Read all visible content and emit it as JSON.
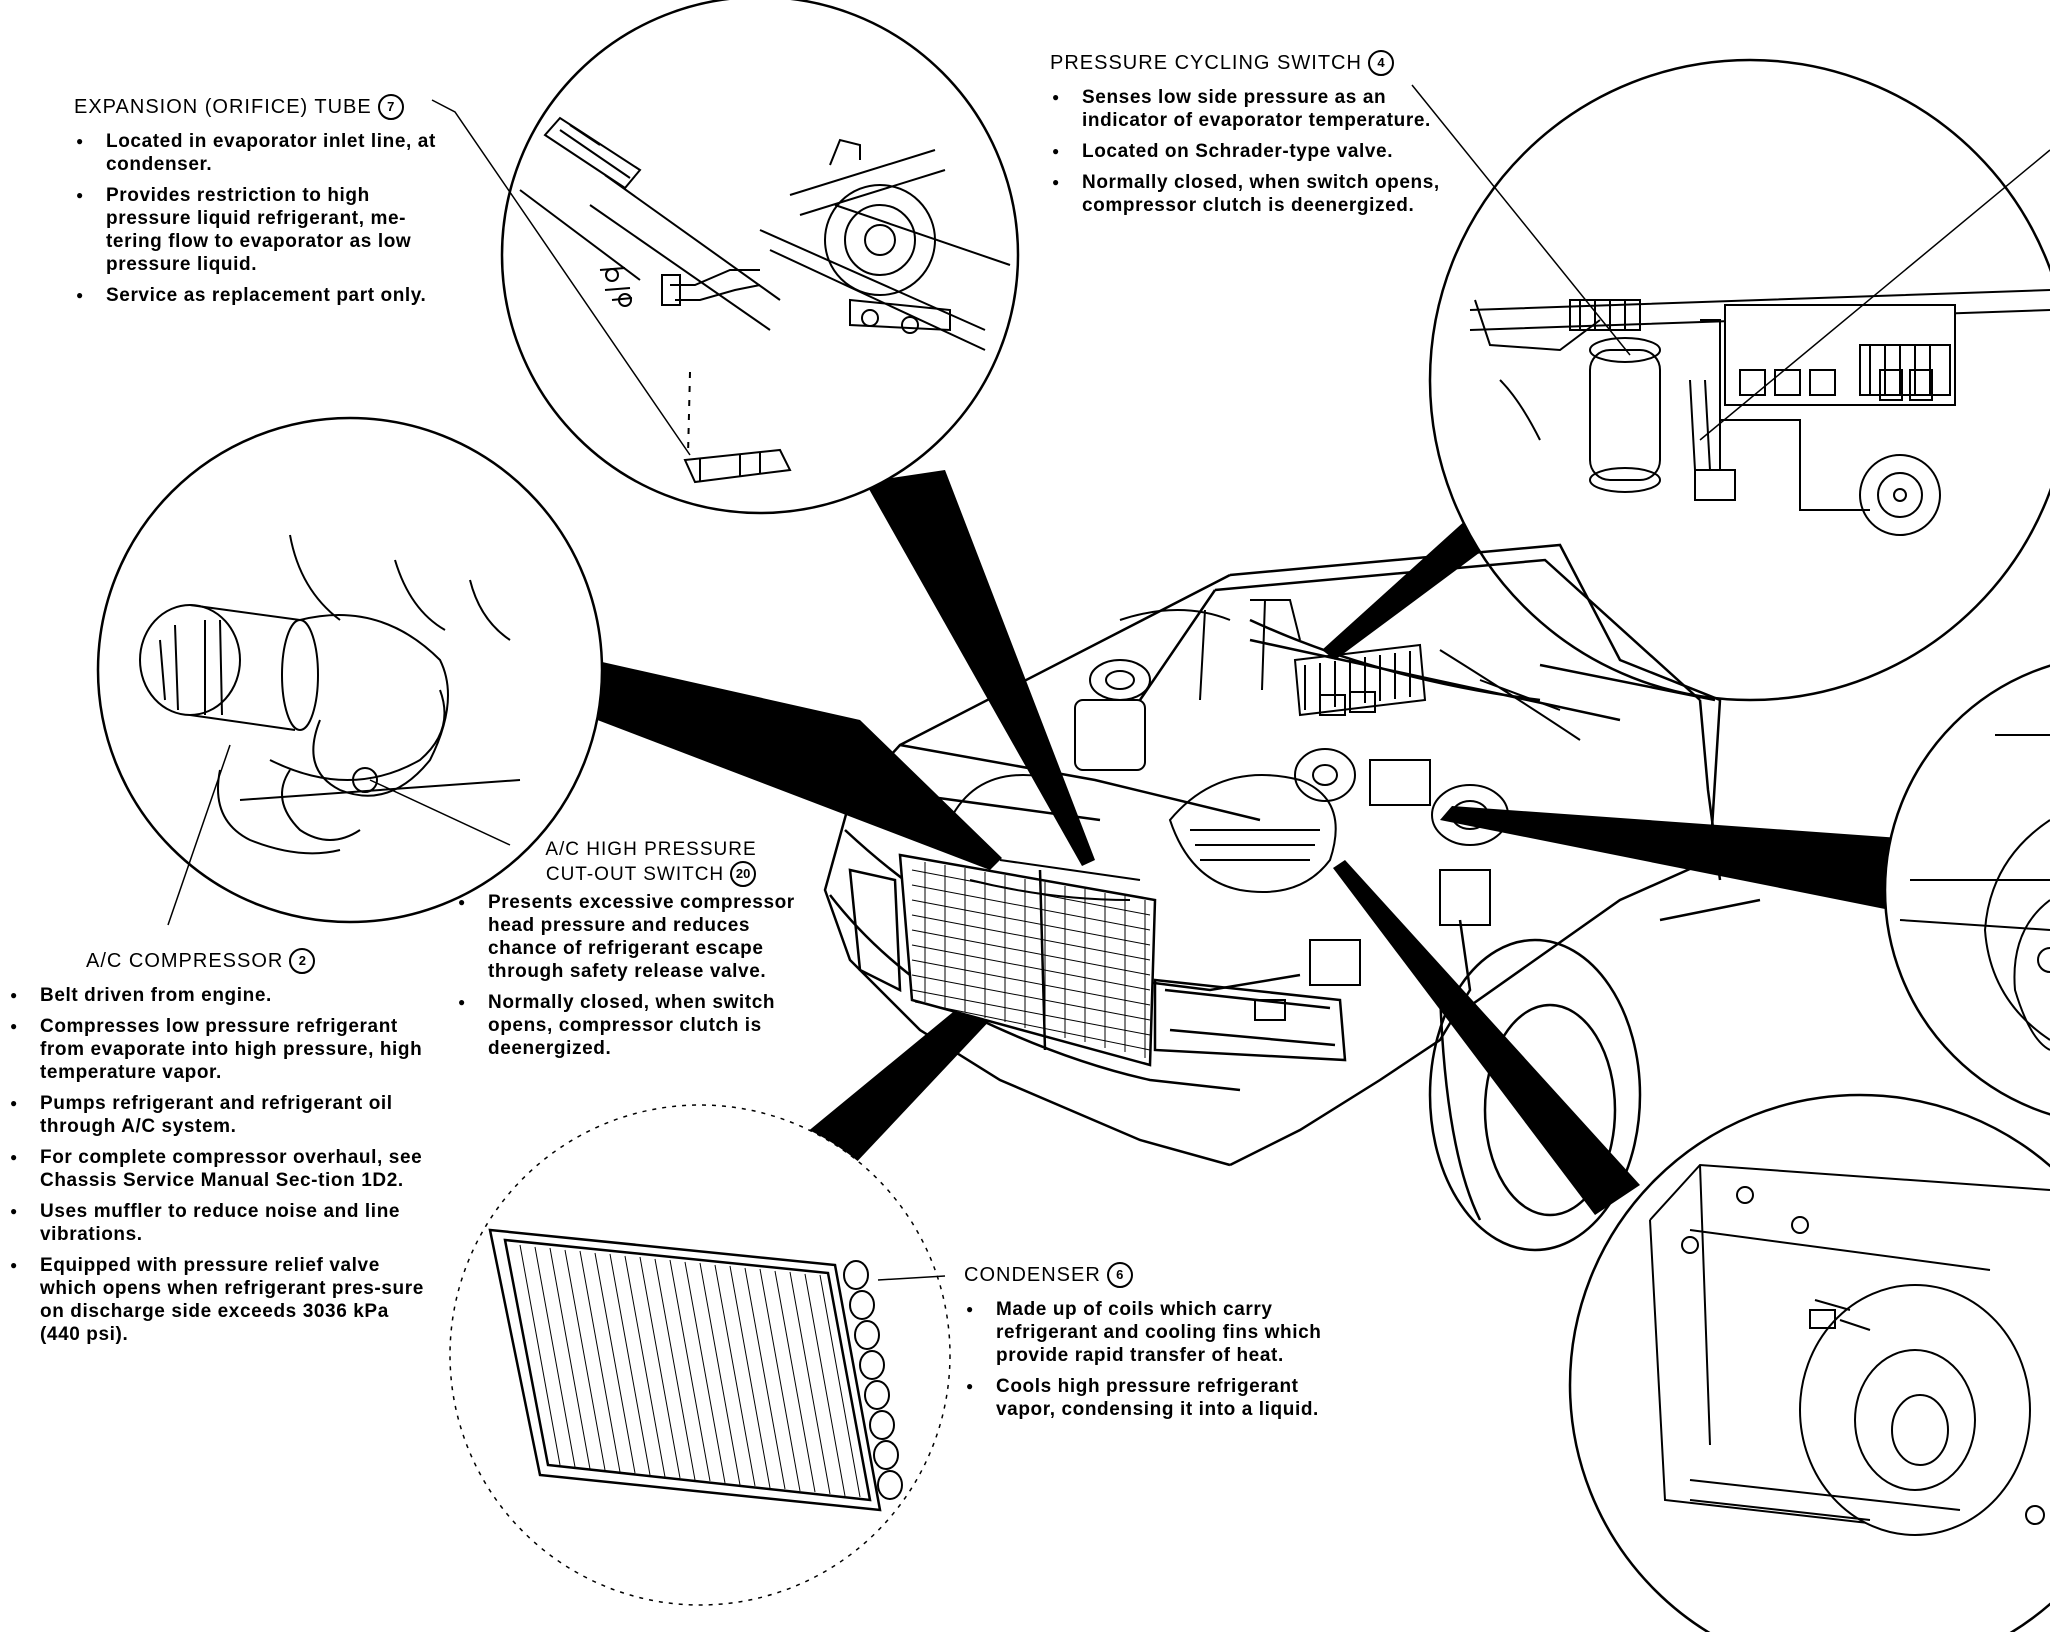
{
  "components": {
    "expansion_tube": {
      "title": "EXPANSION (ORIFICE) TUBE",
      "number": "7",
      "bullets": [
        "Located in evaporator inlet line, at condenser.",
        "Provides restriction to high pressure liquid refrigerant, me-tering flow to evaporator as low pressure liquid.",
        "Service as replacement part only."
      ]
    },
    "pressure_cycling_switch": {
      "title": "PRESSURE CYCLING SWITCH",
      "number": "4",
      "bullets": [
        "Senses low side pressure as an indicator of evaporator temperature.",
        "Located on Schrader-type valve.",
        "Normally closed, when switch opens, compressor clutch is deenergized."
      ]
    },
    "high_pressure_cutout": {
      "title_line1": "A/C HIGH PRESSURE",
      "title_line2": "CUT-OUT SWITCH",
      "number": "20",
      "bullets": [
        "Presents excessive compressor head pressure and reduces chance of refrigerant escape through safety release valve.",
        "Normally closed, when switch opens, compressor clutch is deenergized."
      ]
    },
    "compressor": {
      "title": "A/C COMPRESSOR",
      "number": "2",
      "bullets": [
        "Belt driven from engine.",
        "Compresses low pressure refrigerant from evaporate into high pressure, high temperature vapor.",
        "Pumps refrigerant and refrigerant oil  through A/C system.",
        "For complete compressor overhaul, see Chassis Service Manual Sec-tion 1D2.",
        "Uses muffler to reduce noise and line  vibrations.",
        "Equipped with pressure relief valve which opens when refrigerant pres-sure on discharge side exceeds 3036 kPa (440 psi)."
      ]
    },
    "condenser": {
      "title": "CONDENSER",
      "number": "6",
      "bullets": [
        "Made up of coils which carry refrigerant and cooling fins which provide rapid transfer of heat.",
        "Cools high pressure refrigerant vapor, condensing it into a liquid."
      ]
    }
  },
  "colors": {
    "ink": "#000000",
    "paper": "#ffffff"
  }
}
